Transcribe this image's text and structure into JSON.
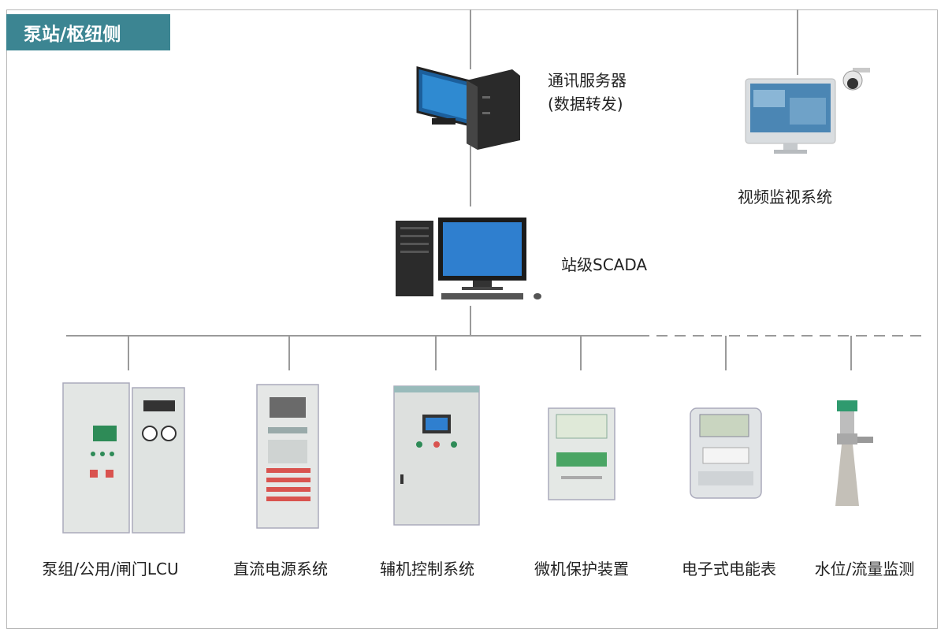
{
  "header": {
    "section_label": "泵站/枢纽侧"
  },
  "top": {
    "comm_server": {
      "line1": "通讯服务器",
      "line2": "(数据转发)"
    },
    "video": {
      "label": "视频监视系统"
    },
    "scada": {
      "label": "站级SCADA"
    }
  },
  "devices": [
    {
      "label": "泵组/公用/闸门LCU",
      "icon": "lcu-cabinet-icon"
    },
    {
      "label": "直流电源系统",
      "icon": "dc-power-cabinet-icon"
    },
    {
      "label": "辅机控制系统",
      "icon": "aux-control-cabinet-icon"
    },
    {
      "label": "微机保护装置",
      "icon": "protection-device-icon"
    },
    {
      "label": "电子式电能表",
      "icon": "energy-meter-icon"
    },
    {
      "label": "水位/流量监测",
      "icon": "level-flow-sensor-icon"
    }
  ],
  "colors": {
    "accent": "#3c8592",
    "line": "#9a9a9a",
    "cabinet": "#e3e6e4"
  }
}
